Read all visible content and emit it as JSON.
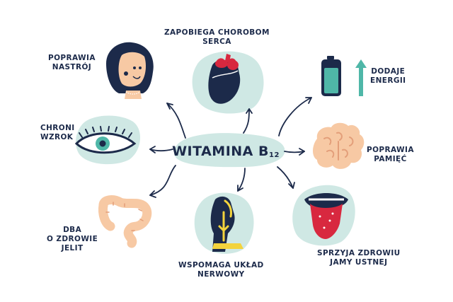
{
  "center": {
    "title": "WITAMINA B",
    "subscript": "12"
  },
  "benefits": [
    {
      "id": "heart",
      "lines": [
        "ZAPOBIEGA CHOROBOM",
        "SERCA"
      ],
      "icon": "heart-icon"
    },
    {
      "id": "mood",
      "lines": [
        "POPRAWIA",
        "NASTRÓJ"
      ],
      "icon": "woman-face-icon"
    },
    {
      "id": "energy",
      "lines": [
        "DODAJE",
        "ENERGII"
      ],
      "icon": "battery-icon"
    },
    {
      "id": "eyes",
      "lines": [
        "CHRONI",
        "WZROK"
      ],
      "icon": "eye-icon"
    },
    {
      "id": "memory",
      "lines": [
        "POPRAWIA",
        "PAMIĘĆ"
      ],
      "icon": "brain-icon"
    },
    {
      "id": "gut",
      "lines": [
        "DBA",
        "O ZDROWIE",
        "JELIT"
      ],
      "icon": "intestine-icon"
    },
    {
      "id": "nerves",
      "lines": [
        "WSPOMAGA UKŁAD",
        "NERWOWY"
      ],
      "icon": "nervous-system-icon"
    },
    {
      "id": "mouth",
      "lines": [
        "SPRZYJA ZDROWIU",
        "JAMY USTNEJ"
      ],
      "icon": "mouth-icon"
    }
  ],
  "colors": {
    "navy": "#1c2a4a",
    "mint": "#cfe8e4",
    "teal": "#4fb7a8",
    "red": "#d8283f",
    "peach": "#f7c9a4",
    "yellow": "#f3d33c"
  }
}
